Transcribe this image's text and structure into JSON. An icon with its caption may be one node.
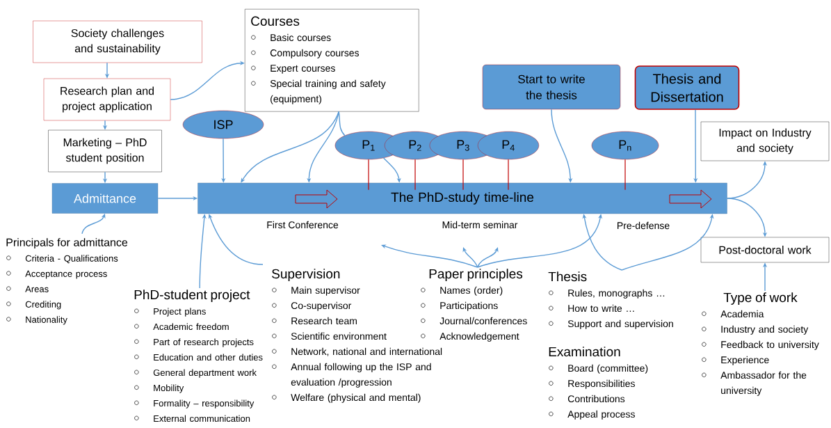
{
  "diagram": {
    "nodes": [
      {
        "text": [
          "Society challenges and sustainability"
        ]
      },
      {
        "text": [
          "Research plan and project application"
        ]
      },
      {
        "text": [
          "Marketing – PhD student position"
        ]
      },
      {
        "text": [
          "Admittance"
        ]
      },
      {
        "text": [
          "Courses",
          "Basic courses",
          "Compulsory courses",
          "Expert courses",
          "Special training and safety (equipment)"
        ]
      },
      {
        "text": [
          "ISP"
        ]
      },
      {
        "text": [
          "P$_{1}$"
        ]
      },
      {
        "text": [
          "P$_{2}$"
        ]
      },
      {
        "text": [
          "P$_{3}$"
        ]
      },
      {
        "text": [
          "P$_{4}$"
        ]
      },
      {
        "text": [
          "P$_{n}$"
        ]
      },
      {
        "text": [
          "Start to write the thesis"
        ]
      },
      {
        "text": [
          "Thesis and Dissertation"
        ]
      },
      {
        "text": [
          "The PhD-study time-line"
        ],
        "beside": [
          "First Conference",
          "Mid-term seminar",
          "Pre-defense"
        ]
      },
      {
        "text": [
          "Impact on Industry and society"
        ]
      },
      {
        "text": [
          "Post-doctoral work"
        ]
      },
      {
        "text": [
          "Principals for admittance",
          "Criteria - Qualifications",
          "Acceptance process",
          "Areas",
          "Crediting",
          "Nationality"
        ]
      },
      {
        "text": [
          "PhD-student project",
          "Project plans",
          "Academic freedom",
          "Part of research projects",
          "Education and other duties",
          "General department work",
          "Mobility",
          "Formality – responsibility",
          "External communication"
        ]
      },
      {
        "text": [
          "Supervision",
          "Main supervisor",
          "Co-supervisor",
          "Research team",
          "Scientific environment",
          "Network, national and international",
          "Annual following up the ISP and evaluation /progression",
          "Welfare (physical and mental)"
        ]
      },
      {
        "text": [
          "Paper principles",
          "Names (order)",
          "Participations",
          "Journal/conferences",
          "Acknowledgement"
        ]
      },
      {
        "text": [
          "Thesis",
          "Rules, monographs …",
          "How to write …",
          "Support and supervision"
        ]
      },
      {
        "text": [
          "Type of work",
          "Academia",
          "Industry and society",
          "Feedback to university",
          "Experience",
          "Ambassador for the university"
        ]
      }
    ],
    "edges": [
      {
        "from": 0,
        "to": 1,
        "arrow": "to"
      },
      {
        "from": 1,
        "to": 2,
        "arrow": "to"
      },
      {
        "from": 2,
        "to": 3,
        "arrow": "to"
      },
      {
        "from": 16,
        "to": 3,
        "arrow": "to"
      },
      {
        "from": 3,
        "to": 13,
        "arrow": "to"
      },
      {
        "from": 1,
        "to": 4,
        "arrow": "to"
      },
      {
        "from": 4,
        "to": 13,
        "arrow": "to"
      },
      {
        "from": 4,
        "to": 13,
        "arrow": "to"
      },
      {
        "from": 4,
        "to": 6,
        "arrow": "none"
      },
      {
        "from": 6,
        "to": 13,
        "arrow": "to"
      },
      {
        "from": 5,
        "to": 13,
        "arrow": "to"
      },
      {
        "from": 6,
        "to": 13,
        "arrow": "none",
        "color": "#c00000"
      },
      {
        "from": 7,
        "to": 13,
        "arrow": "none",
        "color": "#c00000"
      },
      {
        "from": 8,
        "to": 13,
        "arrow": "none",
        "color": "#c00000"
      },
      {
        "from": 9,
        "to": 13,
        "arrow": "none",
        "color": "#c00000"
      },
      {
        "from": 10,
        "to": 13,
        "arrow": "none",
        "color": "#c00000"
      },
      {
        "from": 11,
        "to": 13,
        "arrow": "to"
      },
      {
        "from": 12,
        "to": 13,
        "arrow": "to"
      },
      {
        "from": 13,
        "to": 14,
        "arrow": "to"
      },
      {
        "from": 13,
        "to": 15,
        "arrow": "to"
      },
      {
        "from": 21,
        "to": 15,
        "arrow": "to"
      },
      {
        "from": 17,
        "to": 13,
        "arrow": "to"
      },
      {
        "from": 18,
        "to": 13,
        "arrow": "to"
      },
      {
        "from": 19,
        "to": null,
        "arrow": "to"
      },
      {
        "from": 19,
        "to": null,
        "arrow": "to"
      },
      {
        "from": 19,
        "to": null,
        "arrow": "to"
      },
      {
        "from": 19,
        "to": 13,
        "arrow": "to"
      },
      {
        "from": 20,
        "to": 13,
        "arrow": "to"
      },
      {
        "from": 20,
        "to": 13,
        "arrow": "to"
      }
    ],
    "labels": [
      "Examination",
      "Board (committee)",
      "Responsibilities",
      "Contributions",
      "Appeal process"
    ]
  }
}
